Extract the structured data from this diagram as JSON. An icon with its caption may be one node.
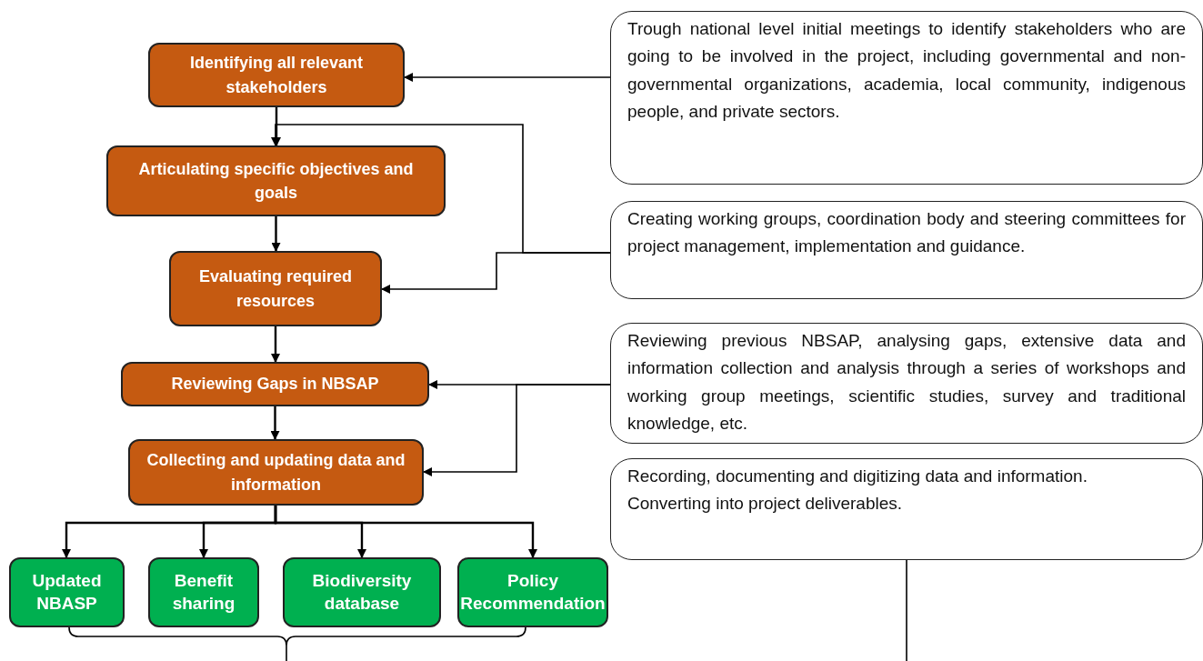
{
  "diagram": {
    "nodes": [
      {
        "text": [
          "Identifying all relevant stakeholders"
        ]
      },
      {
        "text": [
          "Articulating specific objectives and goals"
        ]
      },
      {
        "text": [
          "Evaluating required resources"
        ]
      },
      {
        "text": [
          "Reviewing Gaps in NBSAP"
        ]
      },
      {
        "text": [
          "Collecting and updating data and information"
        ]
      },
      {
        "text": [
          "Updated NBASP"
        ]
      },
      {
        "text": [
          "Benefit sharing"
        ]
      },
      {
        "text": [
          "Biodiversity database"
        ]
      },
      {
        "text": [
          "Policy Recommendation"
        ]
      },
      {
        "text": [
          "Trough national level initial meetings to identify stakeholders who are going to be involved in the project, including governmental and non-governmental organizations, academia, local community, indigenous people, and private sectors."
        ]
      },
      {
        "text": [
          "Creating working groups, coordination body and steering committees for project management, implementation and guidance."
        ]
      },
      {
        "text": [
          "Reviewing previous NBSAP, analysing gaps, extensive data and information collection and analysis through a series of workshops and working group meetings, scientific studies, survey and traditional knowledge, etc."
        ]
      },
      {
        "text": [
          "Recording, documenting and digitizing data and information.",
          "Converting into project deliverables."
        ]
      }
    ],
    "edges": [
      {
        "from": 0,
        "to": 1,
        "arrow": "to"
      },
      {
        "from": 1,
        "to": 2,
        "arrow": "to"
      },
      {
        "from": 2,
        "to": 3,
        "arrow": "to"
      },
      {
        "from": 3,
        "to": 4,
        "arrow": "to"
      },
      {
        "from": 4,
        "to": 5,
        "arrow": "to"
      },
      {
        "from": 4,
        "to": 6,
        "arrow": "to"
      },
      {
        "from": 4,
        "to": 7,
        "arrow": "to"
      },
      {
        "from": 4,
        "to": 8,
        "arrow": "to"
      },
      {
        "from": 9,
        "to": 0,
        "arrow": "to"
      },
      {
        "from": 10,
        "to": 1,
        "arrow": "to"
      },
      {
        "from": 10,
        "to": 2,
        "arrow": "to"
      },
      {
        "from": 11,
        "to": 3,
        "arrow": "to"
      },
      {
        "from": 11,
        "to": 4,
        "arrow": "to"
      },
      {
        "from": 12,
        "to": null,
        "arrow": "none"
      }
    ]
  }
}
